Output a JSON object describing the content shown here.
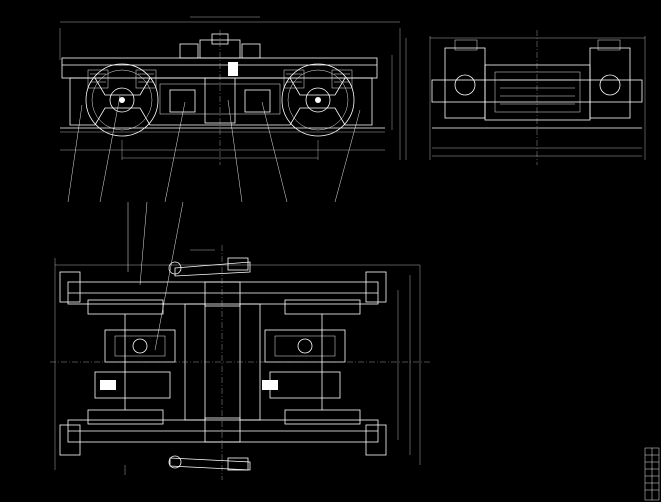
{
  "drawing": {
    "background": "#000000",
    "line_color": "#ffffff",
    "views": [
      {
        "id": "side-elevation",
        "label": ""
      },
      {
        "id": "end-view",
        "label": ""
      },
      {
        "id": "plan-view",
        "label": ""
      }
    ],
    "callouts": [],
    "title_block": {
      "present": true
    }
  }
}
